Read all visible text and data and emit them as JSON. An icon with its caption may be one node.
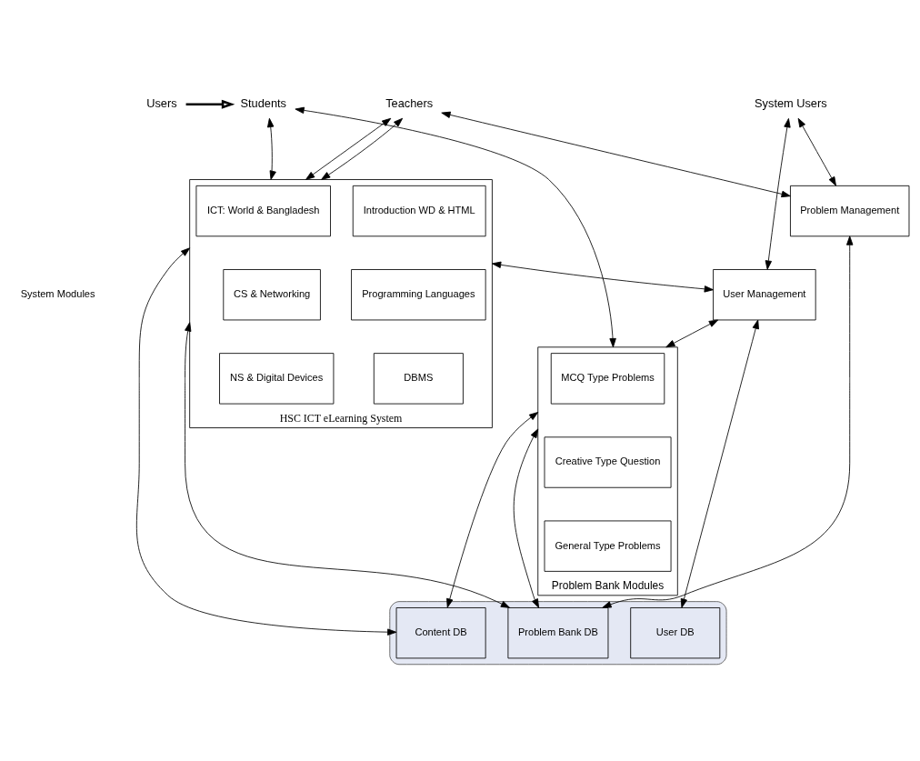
{
  "diagram": {
    "nodes": [
      {
        "text": [
          "Users"
        ]
      },
      {
        "text": [
          "Students"
        ]
      },
      {
        "text": [
          "Teachers"
        ]
      },
      {
        "text": [
          "System Users"
        ]
      },
      {
        "text": [
          "HSC ICT eLearning System"
        ]
      },
      {
        "text": [
          "ICT: World & Bangladesh"
        ],
        "in": 4
      },
      {
        "text": [
          "Introduction WD & HTML"
        ],
        "in": 4
      },
      {
        "text": [
          "CS & Networking"
        ],
        "in": 4
      },
      {
        "text": [
          "Programming Languages"
        ],
        "in": 4
      },
      {
        "text": [
          "NS & Digital Devices"
        ],
        "in": 4
      },
      {
        "text": [
          "DBMS"
        ],
        "in": 4
      },
      {
        "text": [
          "User Management"
        ]
      },
      {
        "text": [
          "Problem Management"
        ]
      },
      {
        "text": [
          "Problem Bank Modules"
        ]
      },
      {
        "text": [
          "MCQ Type Problems"
        ],
        "in": 13
      },
      {
        "text": [
          "Creative Type Question"
        ],
        "in": 13
      },
      {
        "text": [
          "General Type Problems"
        ],
        "in": 13
      },
      {
        "text": [],
        "shape": "cylinder"
      },
      {
        "text": [
          "Content DB"
        ],
        "in": 17
      },
      {
        "text": [
          "Problem Bank DB"
        ],
        "in": 17
      },
      {
        "text": [
          "User DB"
        ],
        "in": 17
      }
    ],
    "edges": [
      {
        "from": 0,
        "to": 1,
        "arrow": "to",
        "style": "thick"
      },
      {
        "from": 1,
        "to": 4,
        "arrow": "both"
      },
      {
        "from": 2,
        "to": 4,
        "arrow": "both"
      },
      {
        "from": 2,
        "to": 4,
        "arrow": "both"
      },
      {
        "from": 2,
        "to": 12,
        "arrow": "both"
      },
      {
        "from": 1,
        "to": 13,
        "arrow": "both"
      },
      {
        "from": 4,
        "to": 11,
        "arrow": "both"
      },
      {
        "from": 3,
        "to": 11,
        "arrow": "both"
      },
      {
        "from": 3,
        "to": 12,
        "arrow": "both"
      },
      {
        "from": 11,
        "to": 20,
        "arrow": "both"
      },
      {
        "from": 11,
        "to": 13,
        "arrow": "both"
      },
      {
        "from": 4,
        "to": 18,
        "arrow": "both"
      },
      {
        "from": 4,
        "to": 19,
        "arrow": "both"
      },
      {
        "from": 12,
        "to": 19,
        "arrow": "both"
      },
      {
        "from": 13,
        "to": 18,
        "arrow": "both"
      },
      {
        "from": 13,
        "to": 19,
        "arrow": "both"
      }
    ],
    "labels": [
      "System Modules"
    ]
  }
}
